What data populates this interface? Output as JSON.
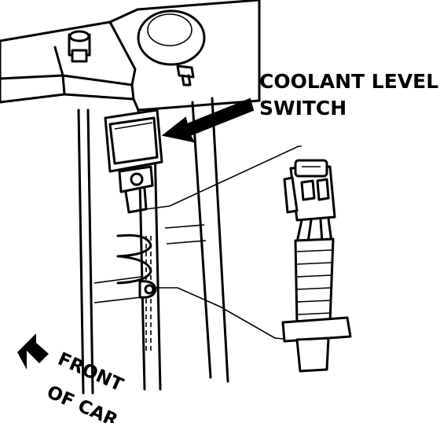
{
  "labels": {
    "switch_line1": "COOLANT LEVEL",
    "switch_line2": "SWITCH",
    "front_line1": "FRONT",
    "front_line2": "OF CAR"
  },
  "colors": {
    "ink": "#000000",
    "paper": "#ffffff"
  }
}
